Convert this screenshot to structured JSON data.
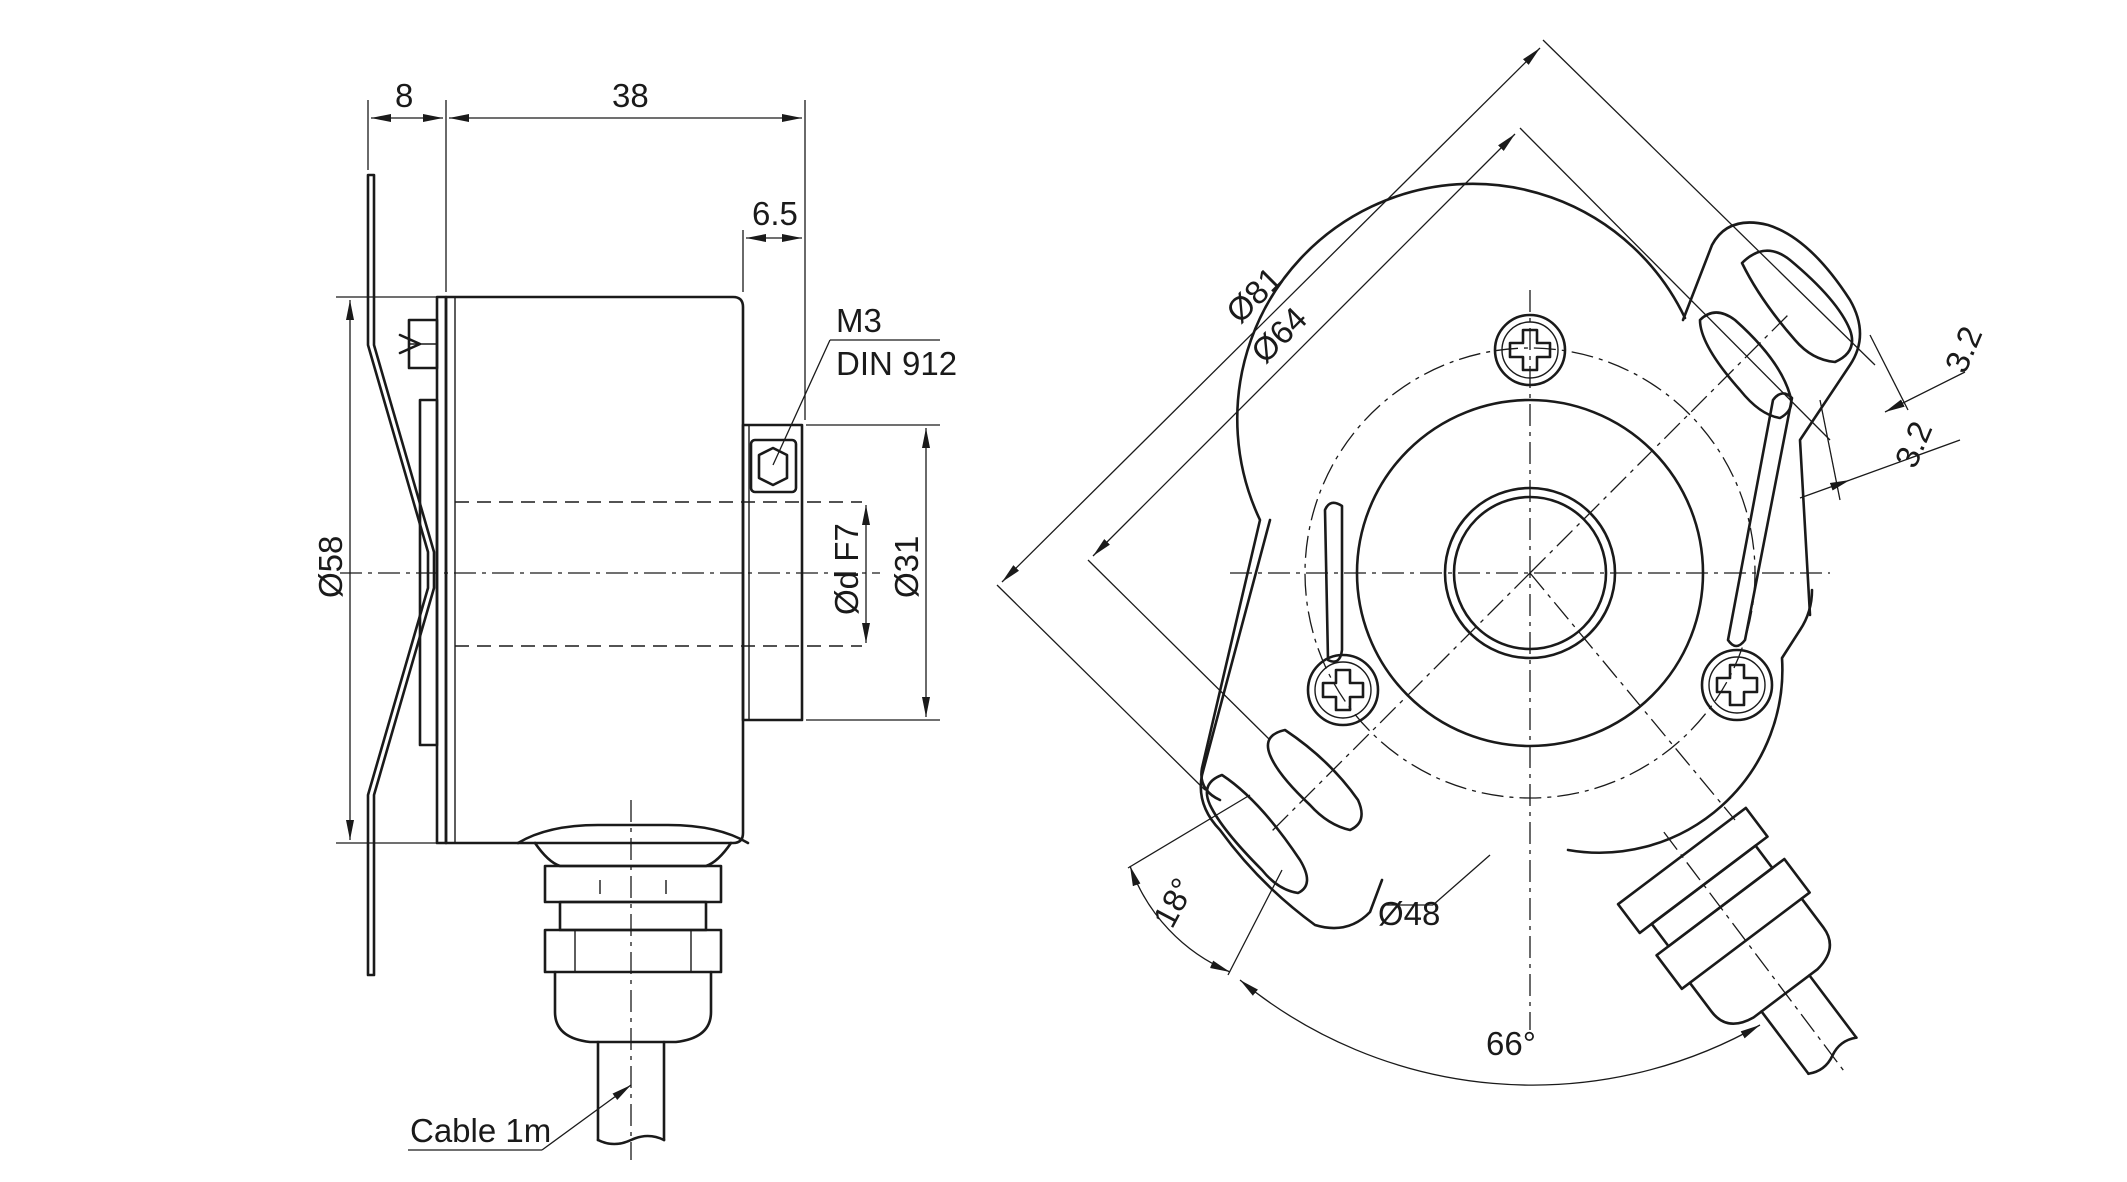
{
  "drawing": {
    "side_view": {
      "dim_flange": "8",
      "dim_length": "38",
      "dim_clamp": "6.5",
      "screw_size": "M3",
      "screw_norm": "DIN 912",
      "dim_body_dia": "Ø58",
      "dim_bore": "Ød F7",
      "dim_clamp_dia": "Ø31",
      "cable_label": "Cable 1m"
    },
    "front_view": {
      "dim_outer": "Ø81",
      "dim_bolt_circle": "Ø64",
      "dim_slot_a": "3.2",
      "dim_slot_b": "3.2",
      "dim_hub": "Ø48",
      "angle_slot": "18°",
      "angle_mount": "66°"
    }
  }
}
